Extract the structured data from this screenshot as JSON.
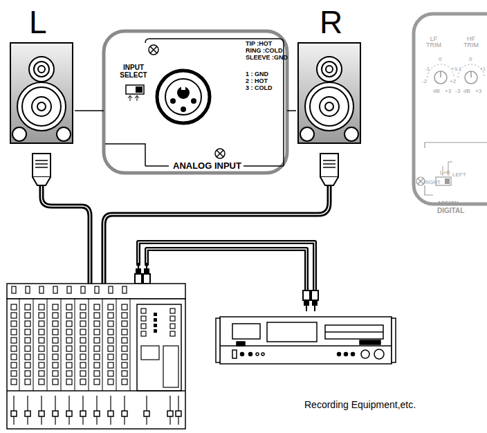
{
  "diagram": {
    "nodes": [
      {
        "text": [
          "L"
        ]
      },
      {
        "text": [
          "INPUT SELECT",
          "TIP :HOT",
          "RING :COLD",
          "SLEEVE :GND",
          "1 : GND",
          "2 : HOT",
          "3 : COLD",
          "ANALOG INPUT"
        ]
      },
      {
        "text": [
          "R"
        ]
      },
      {
        "text": [
          "LF TRIM",
          "HF TRIM",
          "0",
          "+1",
          "-1",
          "+2",
          "-2",
          "dB",
          "+3",
          "0",
          "+1",
          "-1",
          "-3",
          "dB",
          "+3",
          "RIGHT",
          "L+R",
          "LEFT",
          "ASSIGN",
          "DIGITAL"
        ]
      },
      {
        "text": [
          "Recording Equipment,etc."
        ]
      }
    ],
    "edges": [
      {
        "from": 0,
        "to": 1,
        "arrow": "none"
      },
      {
        "from": 1,
        "to": 2,
        "arrow": "none"
      }
    ]
  }
}
